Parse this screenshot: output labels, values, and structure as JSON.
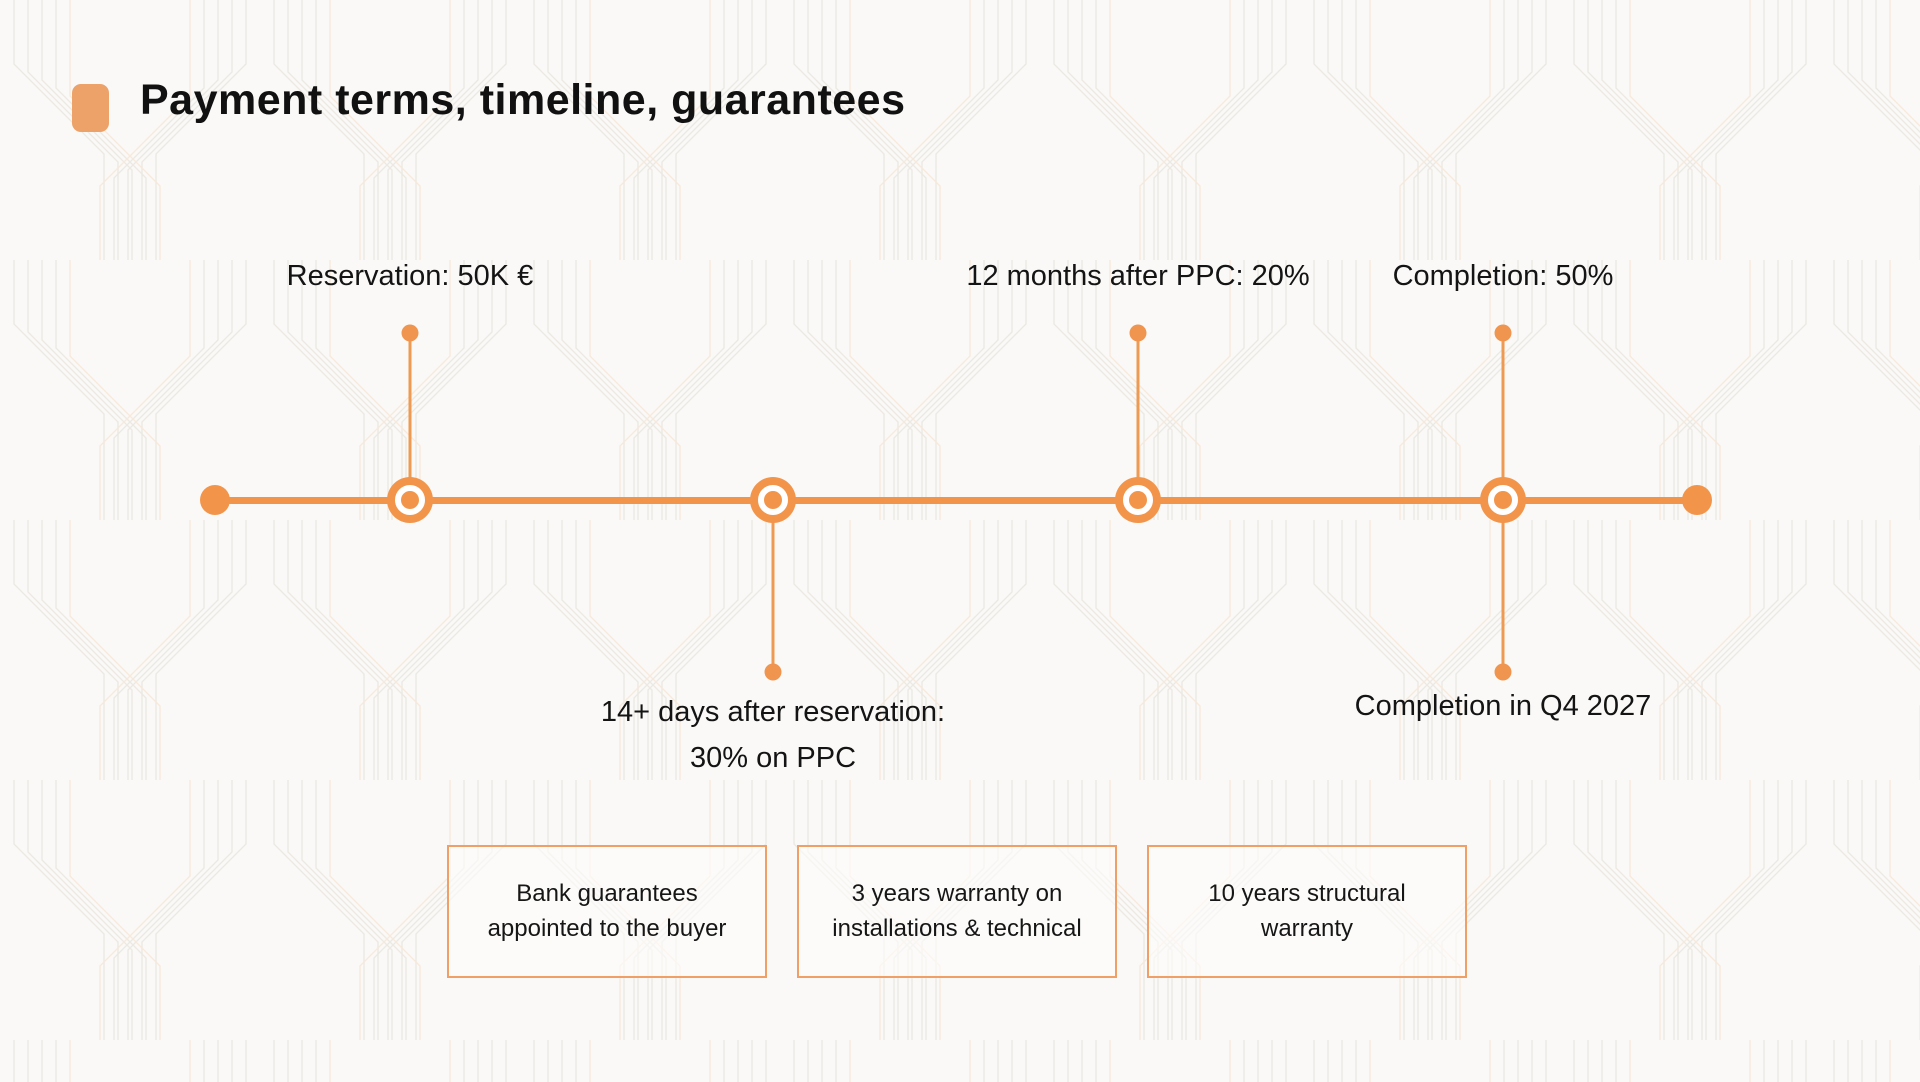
{
  "colors": {
    "accent_orange": "#F2954B",
    "title_bullet_orange": "#ECA268",
    "box_border_orange": "#F0A066",
    "text": "#161616",
    "background": "#FAF9F7"
  },
  "header": {
    "title": "Payment terms, timeline, guarantees"
  },
  "timeline": {
    "milestone_1": {
      "label_above": "Reservation: 50K €"
    },
    "milestone_2": {
      "label_below_line1": "14+ days after reservation:",
      "label_below_line2": "30% on PPC"
    },
    "milestone_3": {
      "label_above": "12 months after PPC: 20%"
    },
    "milestone_4": {
      "label_above": "Completion: 50%",
      "label_below": "Completion in Q4 2027"
    }
  },
  "guarantees": {
    "box_1": "Bank guarantees appointed to the buyer",
    "box_2": "3 years warranty on installations & technical",
    "box_3": "10 years structural warranty"
  }
}
